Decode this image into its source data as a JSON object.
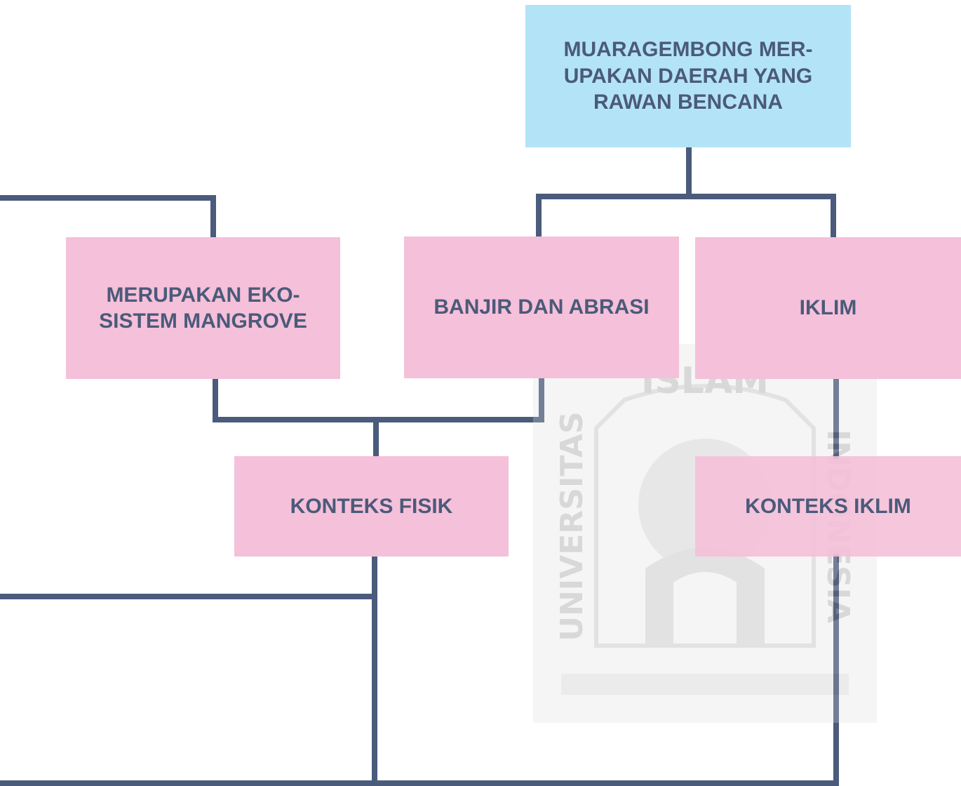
{
  "nodes": {
    "root": "MUARAGEMBONG MER-\nUPAKAN DAERAH YANG\nRAWAN BENCANA",
    "mangrove": "MERUPAKAN EKO-\nSISTEM MANGROVE",
    "banjir": "BANJIR DAN ABRASI",
    "iklim": "IKLIM",
    "konteks_fisik": "KONTEKS FISIK",
    "konteks_iklim": "KONTEKS IKLIM"
  },
  "watermark": {
    "top": "ISLAM",
    "left": "UNIVERSITAS",
    "right": "INDONESIA"
  },
  "colors": {
    "root_fill": "#b3e3f7",
    "node_fill": "#f5c0d9",
    "text": "#4b5a7a",
    "connector": "#4a5b7c"
  }
}
